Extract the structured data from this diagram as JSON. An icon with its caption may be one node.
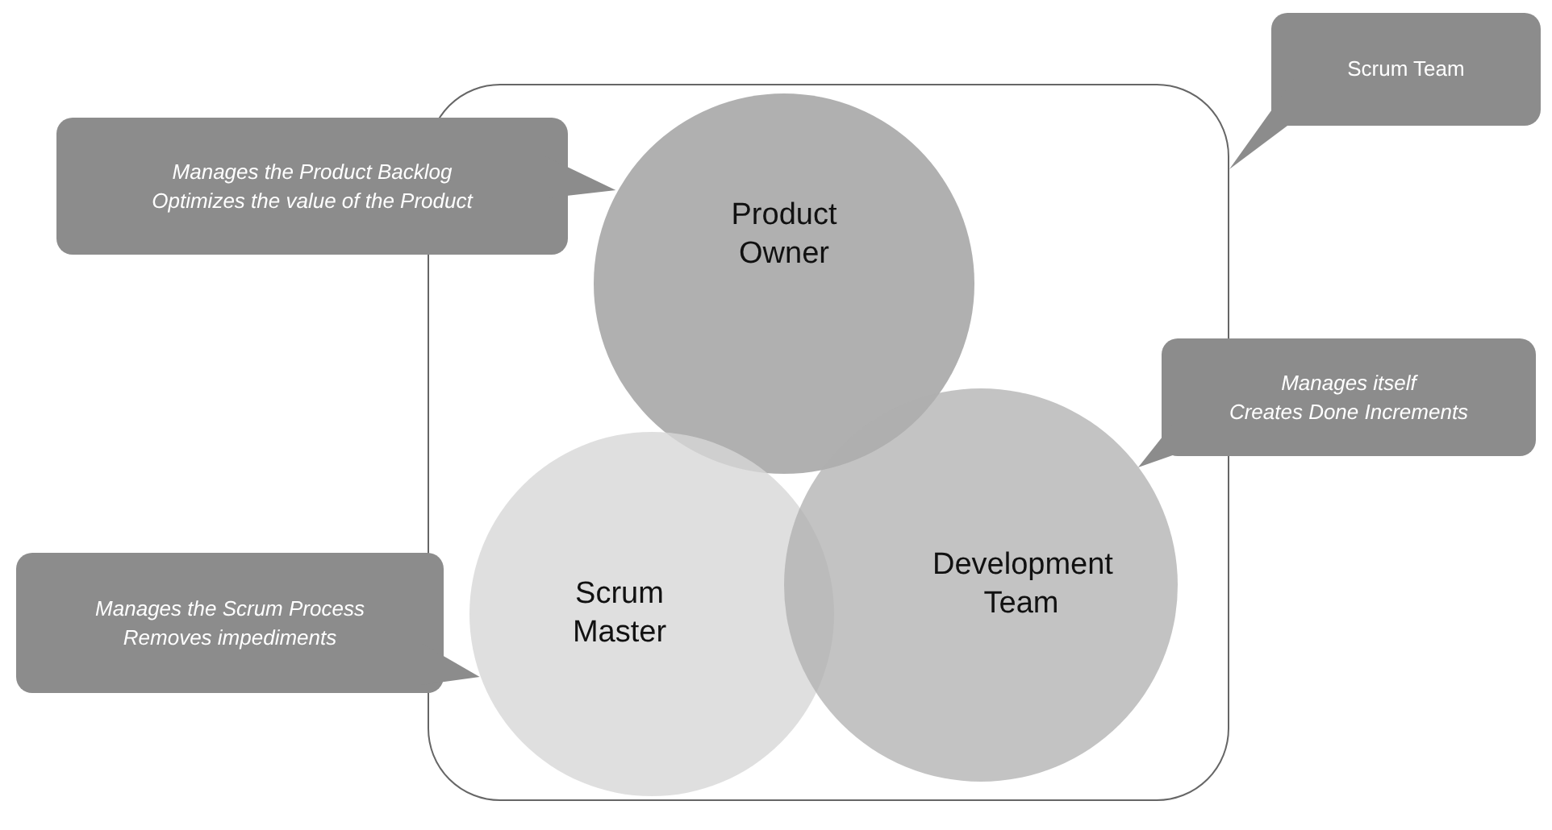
{
  "diagram": {
    "nodes": [
      {
        "text": [],
        "shape": "box"
      },
      {
        "text": [
          "Product Owner"
        ],
        "in": 0
      },
      {
        "text": [
          "Scrum Master"
        ],
        "in": 0
      },
      {
        "text": [
          "Development Team"
        ],
        "in": 0
      },
      {
        "text": [
          "Scrum Team"
        ]
      },
      {
        "text": [
          "Manages the Product Backlog",
          "Optimizes the value of the Product"
        ]
      },
      {
        "text": [
          "Manages itself",
          "Creates Done Increments"
        ]
      },
      {
        "text": [
          "Manages the Scrum Process",
          "Removes impediments"
        ]
      }
    ],
    "edges": [
      {
        "from": 4,
        "to": 0,
        "arrow": "to"
      },
      {
        "from": 5,
        "to": 1,
        "arrow": "to"
      },
      {
        "from": 6,
        "to": 3,
        "arrow": "to"
      },
      {
        "from": 7,
        "to": 2,
        "arrow": "to"
      }
    ]
  }
}
